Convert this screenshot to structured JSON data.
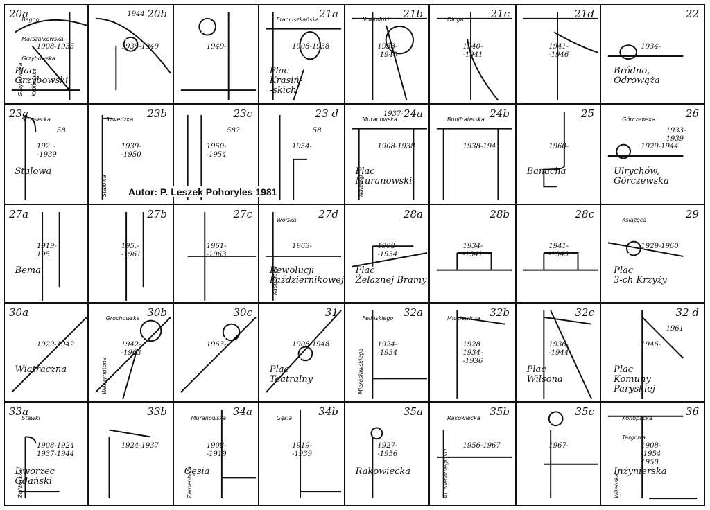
{
  "author": "Autor: P. Leszek Pohoryles 1981",
  "cells": [
    {
      "code": "20a",
      "dates": "1908-1935",
      "place": "Plac\nGrzybowski",
      "streets": [
        "Bagno",
        "Grzybowska",
        "Marszałkowska",
        "Królewska",
        "Grzybowska"
      ]
    },
    {
      "code": "20b",
      "dates": "1935-1949",
      "top_dates": "1944",
      "place": "",
      "streets": []
    },
    {
      "code": "",
      "dates": "1949-",
      "place": "",
      "streets": []
    },
    {
      "code": "21a",
      "dates": "1908-1938",
      "place": "Plac\nKrasiń-\n-skich",
      "streets": [
        "Franciszkańska"
      ]
    },
    {
      "code": "21b",
      "dates": "1938-\n-1940",
      "place": "",
      "streets": [
        "Nowolipki"
      ]
    },
    {
      "code": "21c",
      "dates": "1940-\n-1941",
      "place": "",
      "streets": [
        "Długa"
      ]
    },
    {
      "code": "21d",
      "dates": "1941-\n-1946",
      "place": "",
      "streets": []
    },
    {
      "code": "22",
      "dates": "1934-",
      "place": "Bródno,\nOdrowąża",
      "streets": []
    },
    {
      "code": "23a",
      "dates": "192_-\n-1939",
      "note": "58",
      "place": "Stalowa",
      "streets": [
        "Strzelecka"
      ]
    },
    {
      "code": "23b",
      "dates": "1939-\n-1950",
      "place": "",
      "streets": [
        "Szwedzka",
        "Stalowa"
      ]
    },
    {
      "code": "23c",
      "dates": "1950-\n-1954",
      "note": "58?",
      "place": "",
      "streets": []
    },
    {
      "code": "23 d",
      "dates": "1954-",
      "note": "58",
      "place": "",
      "streets": []
    },
    {
      "code": "24a",
      "dates": "1908-1938",
      "place": "Plac\nMuranowski",
      "top_dates": "1937-",
      "streets": [
        "Muranowska",
        "Nalewki"
      ]
    },
    {
      "code": "24b",
      "dates": "1938-1941",
      "place": "",
      "streets": [
        "Bonifraterska"
      ]
    },
    {
      "code": "25",
      "dates": "1960-",
      "place": "Banacha",
      "streets": []
    },
    {
      "code": "26",
      "dates": "1929-1944",
      "place": "Ulrychów,\nGórczewska",
      "note": "1933-\n1939",
      "streets": [
        "Górczewska"
      ]
    },
    {
      "code": "27a",
      "dates": "1919-\n195.",
      "place": "Bema",
      "streets": []
    },
    {
      "code": "27b",
      "dates": "195.-\n-1961",
      "place": "",
      "streets": []
    },
    {
      "code": "27c",
      "dates": "1961-\n-1963",
      "place": "",
      "streets": []
    },
    {
      "code": "27d",
      "dates": "1963-",
      "place": "Rewolucji\nPaździernikowej",
      "streets": [
        "Wolska",
        "Kasprzaka"
      ]
    },
    {
      "code": "28a",
      "dates": "1908-\n-1934",
      "place": "Plac\nŻelaznej Bramy",
      "streets": []
    },
    {
      "code": "28b",
      "dates": "1934-\n-1941",
      "place": "",
      "streets": []
    },
    {
      "code": "28c",
      "dates": "1941-\n-1949",
      "place": "",
      "streets": []
    },
    {
      "code": "29",
      "dates": "1929-1960",
      "place": "Plac\n3-ch Krzyży",
      "streets": [
        "Książęca"
      ]
    },
    {
      "code": "30a",
      "dates": "1929-1942",
      "place": "Wiatraczna",
      "streets": []
    },
    {
      "code": "30b",
      "dates": "1942-\n-1963",
      "place": "",
      "streets": [
        "Grochowska",
        "Waszyngtona"
      ]
    },
    {
      "code": "30c",
      "dates": "1963-",
      "place": "",
      "streets": []
    },
    {
      "code": "31",
      "dates": "1908-1948",
      "place": "Plac\nTeatralny",
      "streets": []
    },
    {
      "code": "32a",
      "dates": "1924-\n-1934",
      "place": "",
      "streets": [
        "Felińskiego",
        "Mierosławskiego"
      ]
    },
    {
      "code": "32b",
      "dates": "1928\n1934-\n-1936",
      "place": "",
      "streets": [
        "Mickiewicza"
      ]
    },
    {
      "code": "32c",
      "dates": "1936-\n-1944",
      "place": "Plac\nWilsona",
      "streets": []
    },
    {
      "code": "32 d",
      "dates": "1946-",
      "place": "Plac\nKomuny\nParyskiej",
      "note": "1961",
      "streets": []
    },
    {
      "code": "33a",
      "dates": "1908-1924\n1937-1944",
      "place": "Dworzec\nGdański",
      "streets": [
        "Stawki",
        "Żoliborska"
      ]
    },
    {
      "code": "33b",
      "dates": "1924-1937",
      "place": "",
      "streets": []
    },
    {
      "code": "34a",
      "dates": "1908-\n-1919",
      "place": "Gęsia",
      "streets": [
        "Muranowska",
        "Zamenhofa"
      ]
    },
    {
      "code": "34b",
      "dates": "1919-\n-1939",
      "place": "",
      "streets": [
        "Gęsia"
      ]
    },
    {
      "code": "35a",
      "dates": "1927-\n-1956",
      "place": "Rakowiecka",
      "streets": []
    },
    {
      "code": "35b",
      "dates": "1956-1967",
      "place": "",
      "streets": [
        "Rakowiecka",
        "Al. Niepodległości"
      ]
    },
    {
      "code": "35c",
      "dates": "1967-",
      "place": "",
      "streets": []
    },
    {
      "code": "36",
      "dates": "1908-\n-1954\n1950",
      "place": "Inżynierska",
      "streets": [
        "Konopacka",
        "Wileńska",
        "Targowa"
      ]
    }
  ]
}
